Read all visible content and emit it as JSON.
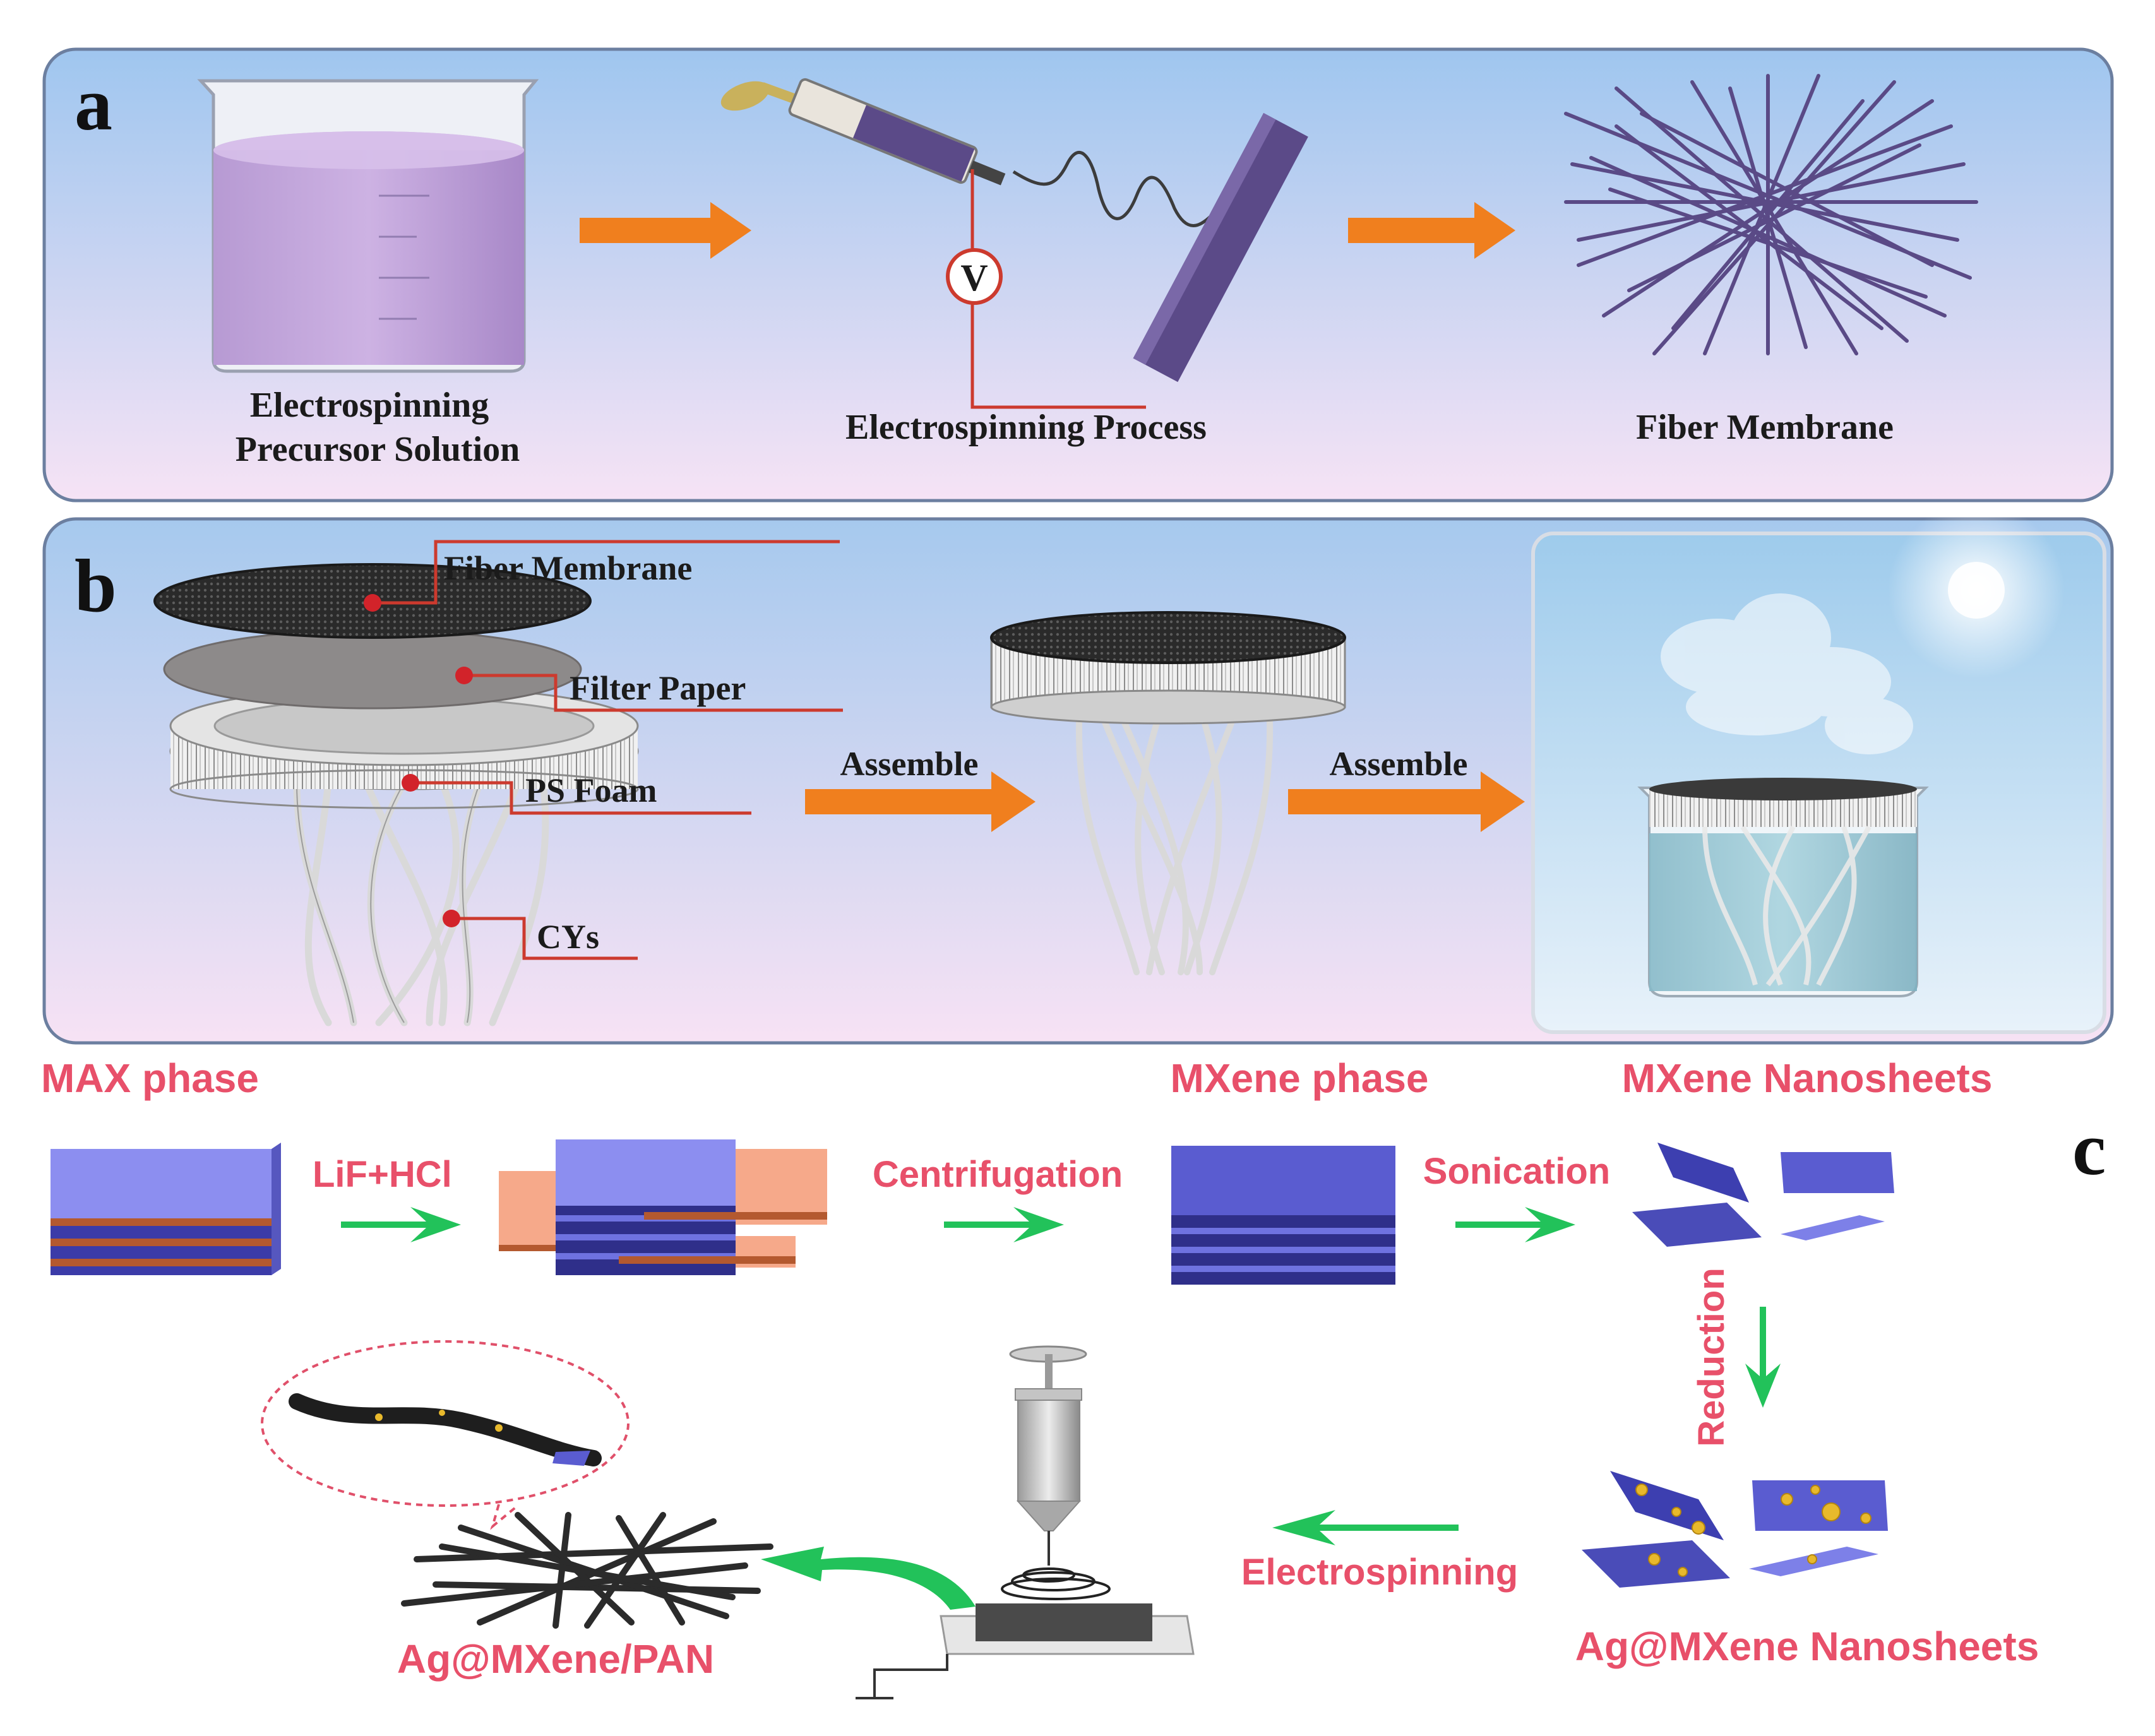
{
  "panel_a": {
    "letter": "a",
    "step1_line1": "Electrospinning",
    "step1_line2": "Precursor Solution",
    "step2": "Electrospinning  Process",
    "step3": "Fiber Membrane",
    "voltmeter": "V"
  },
  "panel_b": {
    "letter": "b",
    "label_fiber_membrane": "Fiber Membrane",
    "label_filter_paper": "Filter Paper",
    "label_ps_foam": "PS Foam",
    "label_cys": "CYs",
    "assemble_1": "Assemble",
    "assemble_2": "Assemble"
  },
  "panel_c": {
    "letter": "c",
    "max_phase": "MAX phase",
    "mxene_phase": "MXene phase",
    "mxene_nanosheets": "MXene Nanosheets",
    "lif_hcl": "LiF+HCl",
    "centrifugation": "Centrifugation",
    "sonication": "Sonication",
    "reduction": "Reduction",
    "electrospinning": "Electrospinning",
    "ag_mxene_nanosheets": "Ag@MXene Nanosheets",
    "ag_mxene_pan": "Ag@MXene/PAN"
  },
  "colors": {
    "orange_arrow": "#f07f1e",
    "green_arrow": "#22c25a",
    "label_red": "#e8506a",
    "fiber_purple": "#5a4a86",
    "sheet_blue": "#4a4cb8"
  }
}
